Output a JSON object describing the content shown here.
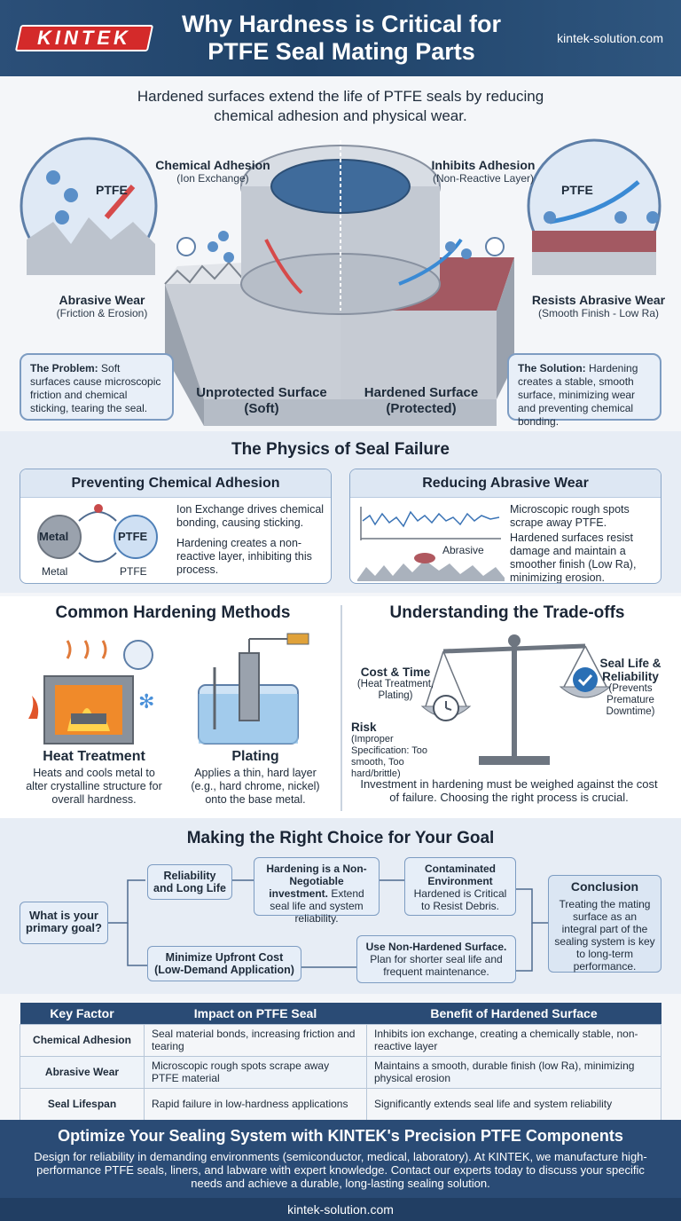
{
  "header": {
    "logo": "KINTEK",
    "title": "Why Hardness is Critical for PTFE Seal Mating Parts",
    "site": "kintek-solution.com"
  },
  "intro": "Hardened surfaces extend the life of PTFE seals by reducing chemical adhesion and physical wear.",
  "hero": {
    "left_inset_label": "PTFE",
    "right_inset_label": "PTFE",
    "chem_adhesion_title": "Chemical Adhesion",
    "chem_adhesion_sub": "(Ion Exchange)",
    "inhibits_title": "Inhibits Adhesion",
    "inhibits_sub": "(Non-Reactive Layer)",
    "abrasive_title": "Abrasive Wear",
    "abrasive_sub": "(Friction & Erosion)",
    "resists_title": "Resists Abrasive Wear",
    "resists_sub": "(Smooth Finish - Low Ra)",
    "problem_label": "The Problem:",
    "problem_text": "Soft surfaces cause microscopic friction and chemical sticking, tearing the seal.",
    "solution_label": "The Solution:",
    "solution_text": "Hardening creates a stable, smooth surface, minimizing wear and preventing chemical bonding.",
    "unprotected_1": "Unprotected Surface",
    "unprotected_2": "(Soft)",
    "hardened_1": "Hardened Surface",
    "hardened_2": "(Protected)"
  },
  "physics": {
    "title": "The Physics of Seal Failure",
    "chem_card_title": "Preventing Chemical Adhesion",
    "metal_label": "Metal",
    "ptfe_label": "PTFE",
    "chem_p1": "Ion Exchange drives chemical bonding, causing sticking.",
    "chem_p2": "Hardening creates a non-reactive layer, inhibiting this process.",
    "wear_card_title": "Reducing Abrasive Wear",
    "abrasive_label": "Abrasive",
    "wear_p1": "Microscopic rough spots scrape away PTFE.",
    "wear_p2": "Hardened surfaces resist damage and maintain a smoother finish (Low Ra), minimizing erosion."
  },
  "methods": {
    "title": "Common Hardening Methods",
    "heat_title": "Heat Treatment",
    "heat_text": "Heats and cools metal to alter crystalline structure for overall hardness.",
    "plating_title": "Plating",
    "plating_text": "Applies a thin, hard layer (e.g., hard chrome, nickel) onto the base metal."
  },
  "tradeoffs": {
    "title": "Understanding the Trade-offs",
    "cost_title": "Cost & Time",
    "cost_sub": "(Heat Treatment, Plating)",
    "life_title": "Seal Life & Reliability",
    "life_sub": "(Prevents Premature Downtime)",
    "risk_title": "Risk",
    "risk_sub": "(Improper Specification: Too smooth, Too hard/brittle)",
    "note": "Investment in hardening must be weighed against the cost of failure. Choosing the right process is crucial."
  },
  "choice": {
    "title": "Making the Right Choice for Your Goal",
    "question": "What is your primary goal?",
    "reliability": "Reliability and Long Life",
    "non_neg_bold": "Hardening is a Non-Negotiable investment.",
    "non_neg_text": "Extend seal life and system reliability.",
    "contam_bold": "Contaminated Environment",
    "contam_text": "Hardened is Critical to Resist Debris.",
    "min_cost": "Minimize Upfront Cost (Low-Demand Application)",
    "non_hard_bold": "Use Non-Hardened Surface.",
    "non_hard_text": "Plan for shorter seal life and frequent maintenance.",
    "conclusion_title": "Conclusion",
    "conclusion_text": "Treating the mating surface as an integral part of the sealing system is key to long-term performance."
  },
  "table": {
    "headers": [
      "Key Factor",
      "Impact on PTFE Seal",
      "Benefit of Hardened Surface"
    ],
    "rows": [
      [
        "Chemical Adhesion",
        "Seal material bonds, increasing friction and tearing",
        "Inhibits ion exchange, creating a chemically stable, non-reactive layer"
      ],
      [
        "Abrasive Wear",
        "Microscopic rough spots scrape away PTFE material",
        "Maintains a smooth, durable finish (low Ra), minimizing physical erosion"
      ],
      [
        "Seal Lifespan",
        "Rapid failure in low-hardness applications",
        "Significantly extends seal life and system reliability"
      ]
    ]
  },
  "footer": {
    "title": "Optimize Your Sealing System with KINTEK's Precision PTFE Components",
    "text": "Design for reliability in demanding environments (semiconductor, medical, laboratory). At KINTEK, we manufacture high-performance PTFE seals, liners, and labware with expert knowledge. Contact our experts today to discuss your specific needs and achieve a durable, long-lasting sealing solution.",
    "site": "kintek-solution.com"
  }
}
